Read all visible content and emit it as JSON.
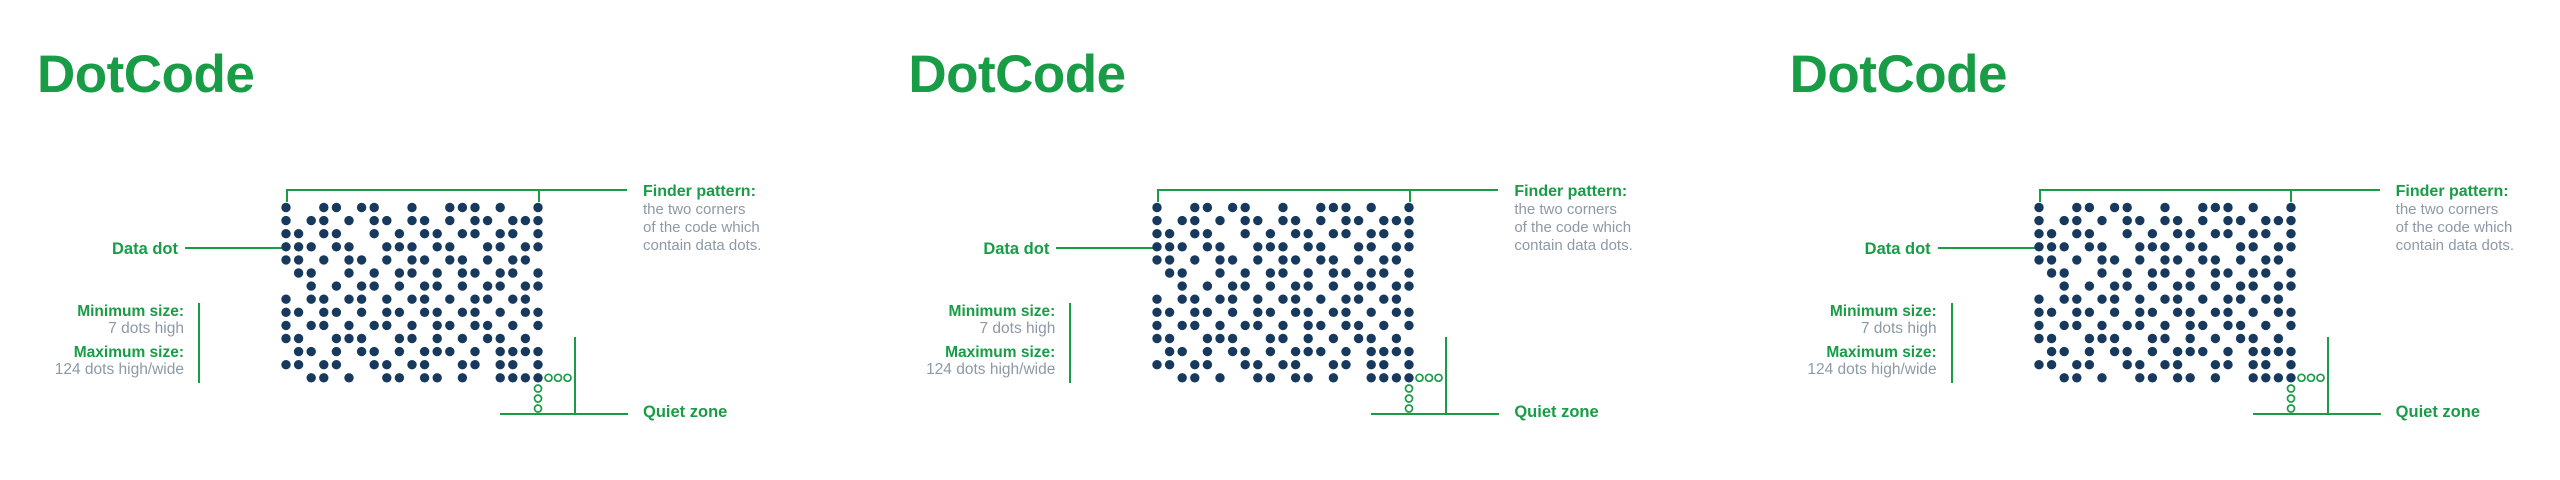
{
  "title": "DotCode",
  "labels": {
    "data_dot": "Data dot",
    "finder_title": "Finder pattern:",
    "finder_desc": [
      "the two corners",
      "of the code which",
      "contain data dots."
    ],
    "min_title": "Minimum size:",
    "min_value": "7 dots high",
    "max_title": "Maximum size:",
    "max_value": "124 dots high/wide",
    "quiet_zone": "Quiet zone"
  },
  "colors": {
    "green": "#189c46",
    "navy": "#17395e",
    "gray": "#8d99a6",
    "background": "#ffffff"
  },
  "dot_matrix": {
    "cols": 21,
    "rows": 14,
    "rows_bits": [
      "100110110010011101001",
      "101101011011010110111",
      "110110010101101101101",
      "111011001110110011011",
      "110101101011011010110",
      "011001010110101101101",
      "001010110101101011011",
      "101101101011010110110",
      "110110101101101101011",
      "101101011010110110101",
      "110011100110101011010",
      "011010110101110101111",
      "110110011011001101101",
      "001101001101101001111"
    ]
  },
  "quiet_zone_markers": {
    "row_circles": 3,
    "col_circles": 3
  }
}
